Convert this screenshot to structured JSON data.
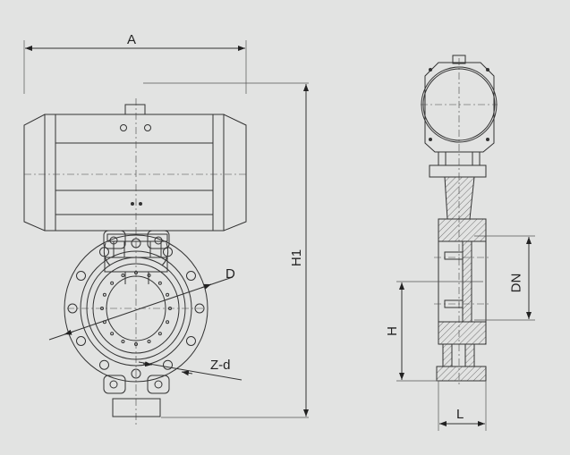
{
  "labels": {
    "a": "A",
    "h1": "H1",
    "d": "D",
    "zd": "Z-d",
    "dn": "DN",
    "h": "H",
    "l": "L"
  }
}
